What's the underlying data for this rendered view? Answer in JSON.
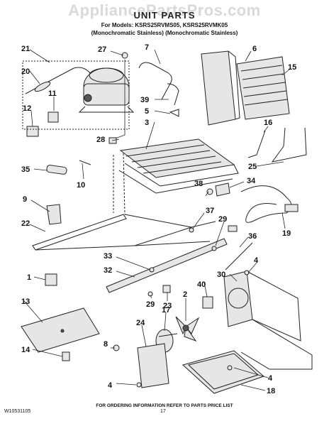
{
  "watermark": "AppliancePartsPros.com",
  "title": "UNIT PARTS",
  "models_line": "For Models: KSRS25RVMS05, KSRS25RVMK05",
  "subtitle_line": "(Monochromatic Stainless) (Monochromatic Stainless)",
  "footer": {
    "doc_number": "W10531105",
    "page": "17",
    "note": "FOR ORDERING INFORMATION REFER TO PARTS PRICE LIST"
  },
  "callouts": {
    "c1": "1",
    "c2": "2",
    "c3": "3",
    "c4a": "4",
    "c4b": "4",
    "c4c": "4",
    "c5": "5",
    "c6": "6",
    "c7": "7",
    "c8": "8",
    "c9": "9",
    "c10": "10",
    "c11": "11",
    "c12": "12",
    "c13": "13",
    "c14": "14",
    "c15": "15",
    "c16": "16",
    "c17": "17",
    "c18": "18",
    "c19": "19",
    "c20": "20",
    "c21": "21",
    "c22": "22",
    "c23": "23",
    "c24": "24",
    "c25": "25",
    "c27": "27",
    "c28": "28",
    "c29a": "29",
    "c29b": "29",
    "c30": "30",
    "c32": "32",
    "c33": "33",
    "c34": "34",
    "c35": "35",
    "c36": "36",
    "c37": "37",
    "c38": "38",
    "c39": "39",
    "c40": "40"
  }
}
